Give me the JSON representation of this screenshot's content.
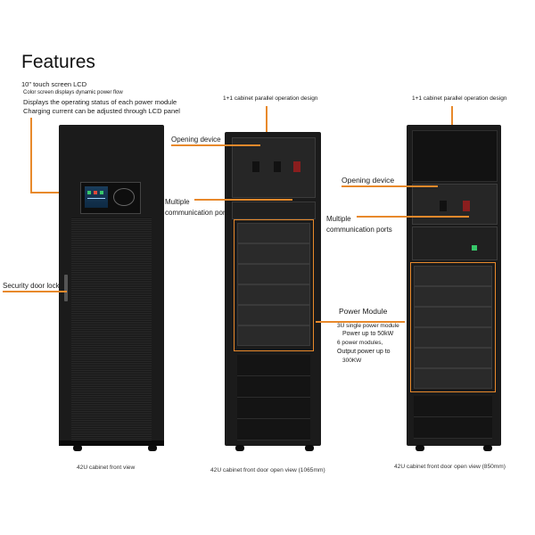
{
  "heading": "Features",
  "lcd": {
    "line1": "10\" touch screen LCD",
    "line2": "Color screen displays dynamic power flow",
    "line3": "Displays the operating status of each power module",
    "line4": "Charging current can be adjusted through LCD panel"
  },
  "labels": {
    "security_lock": "Security door lock",
    "parallel_1": "1+1 cabinet parallel operation design",
    "parallel_2": "1+1 cabinet parallel operation design",
    "opening_1": "Opening device",
    "opening_2": "Opening device",
    "comm_1_a": "Multiple",
    "comm_1_b": "communication ports",
    "comm_2_a": "Multiple",
    "comm_2_b": "communication ports",
    "power_module": "Power Module",
    "pm_1": "3U single power module",
    "pm_2": "Power up to 50kW",
    "pm_3": "6 power modules,",
    "pm_4": "Output power up to",
    "pm_5": "300KW"
  },
  "captions": {
    "front": "42U cabinet front view",
    "open_1065": "42U cabinet front door open view (1065mm)",
    "open_850": "42U cabinet front door open view (850mm)"
  },
  "colors": {
    "accent": "#e8892b",
    "cabinet": "#1b1b1b"
  }
}
